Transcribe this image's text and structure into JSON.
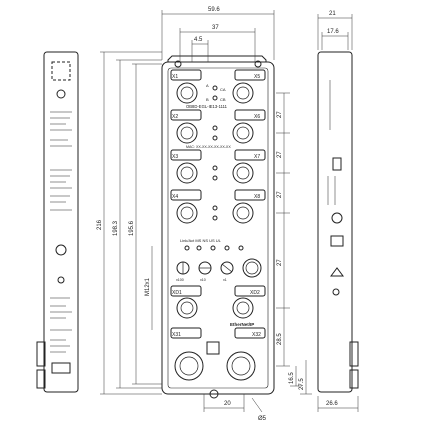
{
  "dimensions": {
    "front_width": "59.6",
    "front_inner_width": "37",
    "front_small_width": "4.5",
    "side_width": "21",
    "side_inner_width": "17.6",
    "side_depth": "26.6",
    "total_height": "216",
    "height_2": "198.3",
    "height_3": "195.6",
    "thread": "M12x1",
    "pitch_1": "27",
    "pitch_2": "27",
    "pitch_3": "27",
    "pitch_4": "27",
    "pitch_5": "28.5",
    "dim_16_5": "16.5",
    "dim_27_5": "27.5",
    "bottom_width": "20",
    "bottom_diameter": "Ø5"
  },
  "ports": {
    "x1": "X1",
    "x2": "X2",
    "x3": "X3",
    "x4": "X4",
    "x5": "X5",
    "x6": "X6",
    "x7": "X7",
    "x8": "X8",
    "xd1": "XD1",
    "xd2": "XD2",
    "x31": "X31",
    "x32": "X32"
  },
  "labels": {
    "model": "OB8D-EGL-IE13-1111",
    "mac": "MAC: XX-XX-XX-XX-XX-XX",
    "ethernet": "EtherNet/IP",
    "led_a": "A",
    "led_b": "B",
    "led_ca": "CA",
    "led_cb": "CB",
    "link_row": "Link/Act MS NS US UL",
    "rotary_a": "x100",
    "rotary_b": "x10",
    "rotary_c": "x1"
  },
  "colors": {
    "line": "#222222",
    "dim": "#333333",
    "fill": "#ffffff"
  }
}
